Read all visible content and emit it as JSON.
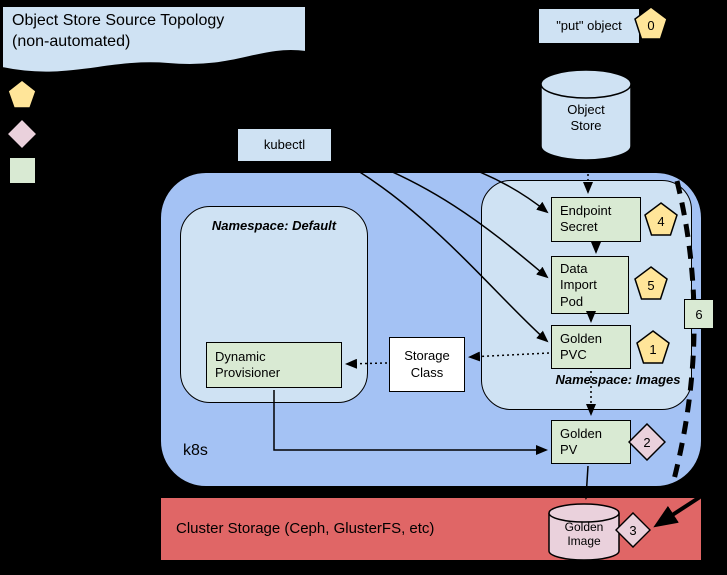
{
  "colors": {
    "background": "#000000",
    "stroke": "#000000",
    "light_blue": "#cfe2f3",
    "k8s_blue": "#a4c2f4",
    "green": "#d9ead3",
    "yellow": "#ffe599",
    "pink": "#ead1dc",
    "red": "#e06666",
    "white": "#ffffff"
  },
  "title": {
    "line1": "Object Store Source Topology",
    "line2": "(non-automated)"
  },
  "put_object": {
    "label": "\"put\" object",
    "badge": "0"
  },
  "object_store": {
    "label": "Object Store"
  },
  "kubectl": {
    "label": "kubectl"
  },
  "k8s": {
    "label": "k8s"
  },
  "namespace_default": {
    "label": "Namespace: Default",
    "dynamic_provisioner": {
      "label": "Dynamic Provisioner"
    }
  },
  "namespace_images": {
    "label": "Namespace: Images",
    "endpoint_secret": {
      "label": "Endpoint Secret",
      "badge": "4"
    },
    "data_import_pod": {
      "label": "Data Import Pod",
      "badge": "5"
    },
    "golden_pvc": {
      "label": "Golden PVC",
      "badge": "1"
    }
  },
  "storage_class": {
    "label": "Storage Class"
  },
  "scope_marker": {
    "badge": "6"
  },
  "golden_pv": {
    "label": "Golden PV",
    "badge": "2"
  },
  "cluster_storage": {
    "label": "Cluster Storage (Ceph, GlusterFS, etc)",
    "golden_image": {
      "label": "Golden Image",
      "badge": "3"
    }
  }
}
